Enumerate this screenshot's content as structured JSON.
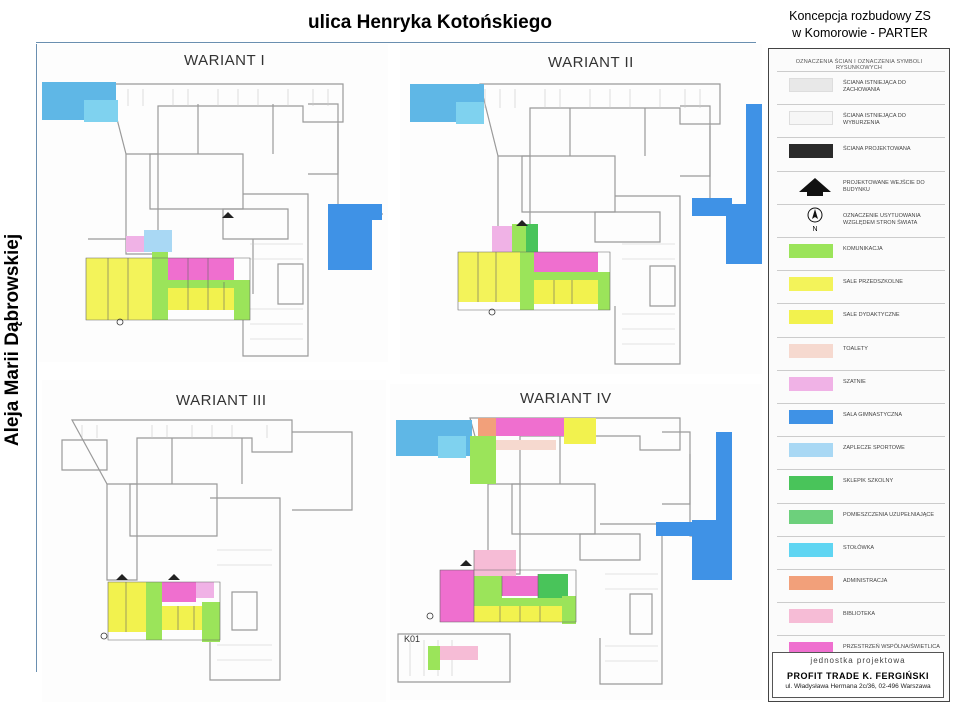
{
  "street_top": "ulica Henryka Kotońskiego",
  "street_left": "Aleja Marii Dąbrowskiej",
  "project_title_line1": "Koncepcja rozbudowy  ZS",
  "project_title_line2": "w Komorowie  - PARTER",
  "variants": [
    {
      "label": "WARIANT I"
    },
    {
      "label": "WARIANT II"
    },
    {
      "label": "WARIANT III"
    },
    {
      "label": "WARIANT IV",
      "sublabel": "K01"
    }
  ],
  "legend": {
    "heading": "OZNACZENIA ŚCIAN I OZNACZENIA SYMBOLI RYSUNKOWYCH",
    "items": [
      {
        "label": "ściana istniejąca do zachowania",
        "kind": "wall-keep",
        "color": "#e8e8e8"
      },
      {
        "label": "ściana istniejąca do wyburzenia",
        "kind": "wall-demolish",
        "color": "#f6f6f6"
      },
      {
        "label": "ściana projektowana",
        "kind": "wall-new",
        "color": "#2a2a2a"
      },
      {
        "label": "projektowane wejście do budynku",
        "kind": "entrance-arrow",
        "icon": "arrow-up-icon"
      },
      {
        "label": "oznaczenie usytuowania względem stron świata",
        "kind": "north",
        "icon": "north-icon",
        "letter": "N"
      },
      {
        "label": "KOMUNIKACJA",
        "color": "#9be45a"
      },
      {
        "label": "SALE PRZEDSZKOLNE",
        "color": "#f3f35a"
      },
      {
        "label": "SALE DYDAKTYCZNE",
        "color": "#f2f24e"
      },
      {
        "label": "TOALETY",
        "color": "#f6d9cf"
      },
      {
        "label": "SZATNIE",
        "color": "#f0b2e6"
      },
      {
        "label": "SALA GIMNASTYCZNA",
        "color": "#3f92e6"
      },
      {
        "label": "ZAPLECZE SPORTOWE",
        "color": "#a9d8f4"
      },
      {
        "label": "SKLEPIK SZKOLNY",
        "color": "#49c45a"
      },
      {
        "label": "POMIESZCZENIA UZUPEŁNIAJĄCE",
        "color": "#6dd07c"
      },
      {
        "label": "STOŁÓWKA",
        "color": "#5fd5f2"
      },
      {
        "label": "ADMINISTRACJA",
        "color": "#f2a07a"
      },
      {
        "label": "BIBLIOTEKA",
        "color": "#f6bcd6"
      },
      {
        "label": "PRZESTRZEŃ WSPÓLNA/ŚWIETLICA",
        "color": "#ef6fcf"
      }
    ]
  },
  "stamp": {
    "unit": "jednostka projektowa",
    "company": "PROFIT TRADE K. FERGIŃSKI",
    "address": "ul. Władysława Hermana 2c/36, 02-496 Warszawa"
  }
}
